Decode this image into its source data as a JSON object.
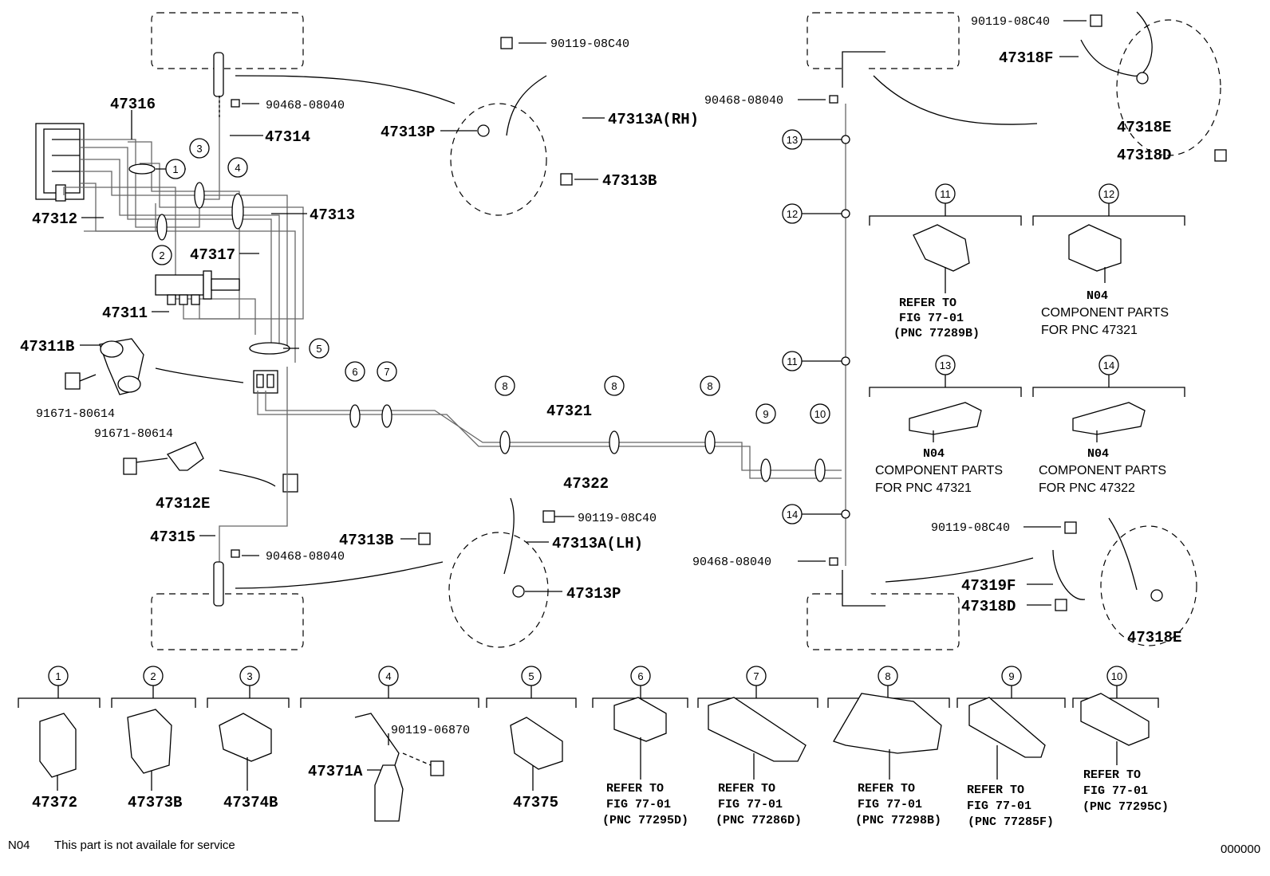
{
  "labels": {
    "p47316": "47316",
    "p47314": "47314",
    "p47312": "47312",
    "p47313": "47313",
    "p47317": "47317",
    "p47311": "47311",
    "p47311B": "47311B",
    "p91671_a": "91671-80614",
    "p91671_b": "91671-80614",
    "p47312E": "47312E",
    "p47315": "47315",
    "p90468_tl": "90468-08040",
    "p90468_bl": "90468-08040",
    "p90468_tr": "90468-08040",
    "p90468_br": "90468-08040",
    "p90119_a": "90119-08C40",
    "p47313P_top": "47313P",
    "p47313A_RH": "47313A(RH)",
    "p47313B_top": "47313B",
    "p90119_b": "90119-08C40",
    "p47313B_bot": "47313B",
    "p47313A_LH": "47313A(LH)",
    "p47313P_bot": "47313P",
    "p47321": "47321",
    "p47322": "47322",
    "p90119_c": "90119-08C40",
    "p47318F": "47318F",
    "p47318E_top": "47318E",
    "p47318D_top": "47318D",
    "p90119_d": "90119-08C40",
    "p47319F": "47319F",
    "p47318D_bot": "47318D",
    "p47318E_bot": "47318E"
  },
  "callouts": [
    "1",
    "2",
    "3",
    "4",
    "5",
    "6",
    "7",
    "8",
    "8",
    "8",
    "9",
    "10",
    "11",
    "12",
    "13",
    "14",
    "11",
    "12",
    "13",
    "14"
  ],
  "clamp_boxes": {
    "b11": {
      "num": "11",
      "lines": [
        "REFER TO",
        "FIG 77-01",
        "(PNC 77289B)"
      ]
    },
    "b12": {
      "num": "12",
      "code": "N04",
      "lines": [
        "COMPONENT PARTS",
        "FOR PNC 47321"
      ]
    },
    "b13": {
      "num": "13",
      "code": "N04",
      "lines": [
        "COMPONENT PARTS",
        "FOR PNC 47321"
      ]
    },
    "b14": {
      "num": "14",
      "code": "N04",
      "lines": [
        "COMPONENT PARTS",
        "FOR PNC 47322"
      ]
    }
  },
  "bottom_row": [
    {
      "num": "1",
      "part": "47372"
    },
    {
      "num": "2",
      "part": "47373B"
    },
    {
      "num": "3",
      "part": "47374B"
    },
    {
      "num": "4",
      "part": "47371A",
      "extra": "90119-06870"
    },
    {
      "num": "5",
      "part": "47375"
    },
    {
      "num": "6",
      "lines": [
        "REFER TO",
        "FIG 77-01",
        "(PNC 77295D)"
      ]
    },
    {
      "num": "7",
      "lines": [
        "REFER TO",
        "FIG 77-01",
        "(PNC 77286D)"
      ]
    },
    {
      "num": "8",
      "lines": [
        "REFER TO",
        "FIG 77-01",
        "(PNC 77298B)"
      ]
    },
    {
      "num": "9",
      "lines": [
        "REFER TO",
        "FIG 77-01",
        "(PNC 77285F)"
      ]
    },
    {
      "num": "10",
      "lines": [
        "REFER TO",
        "FIG 77-01",
        "(PNC 77295C)"
      ]
    }
  ],
  "footer": {
    "code": "N04",
    "note": "This part is not availale for service",
    "page_id": "000000"
  }
}
